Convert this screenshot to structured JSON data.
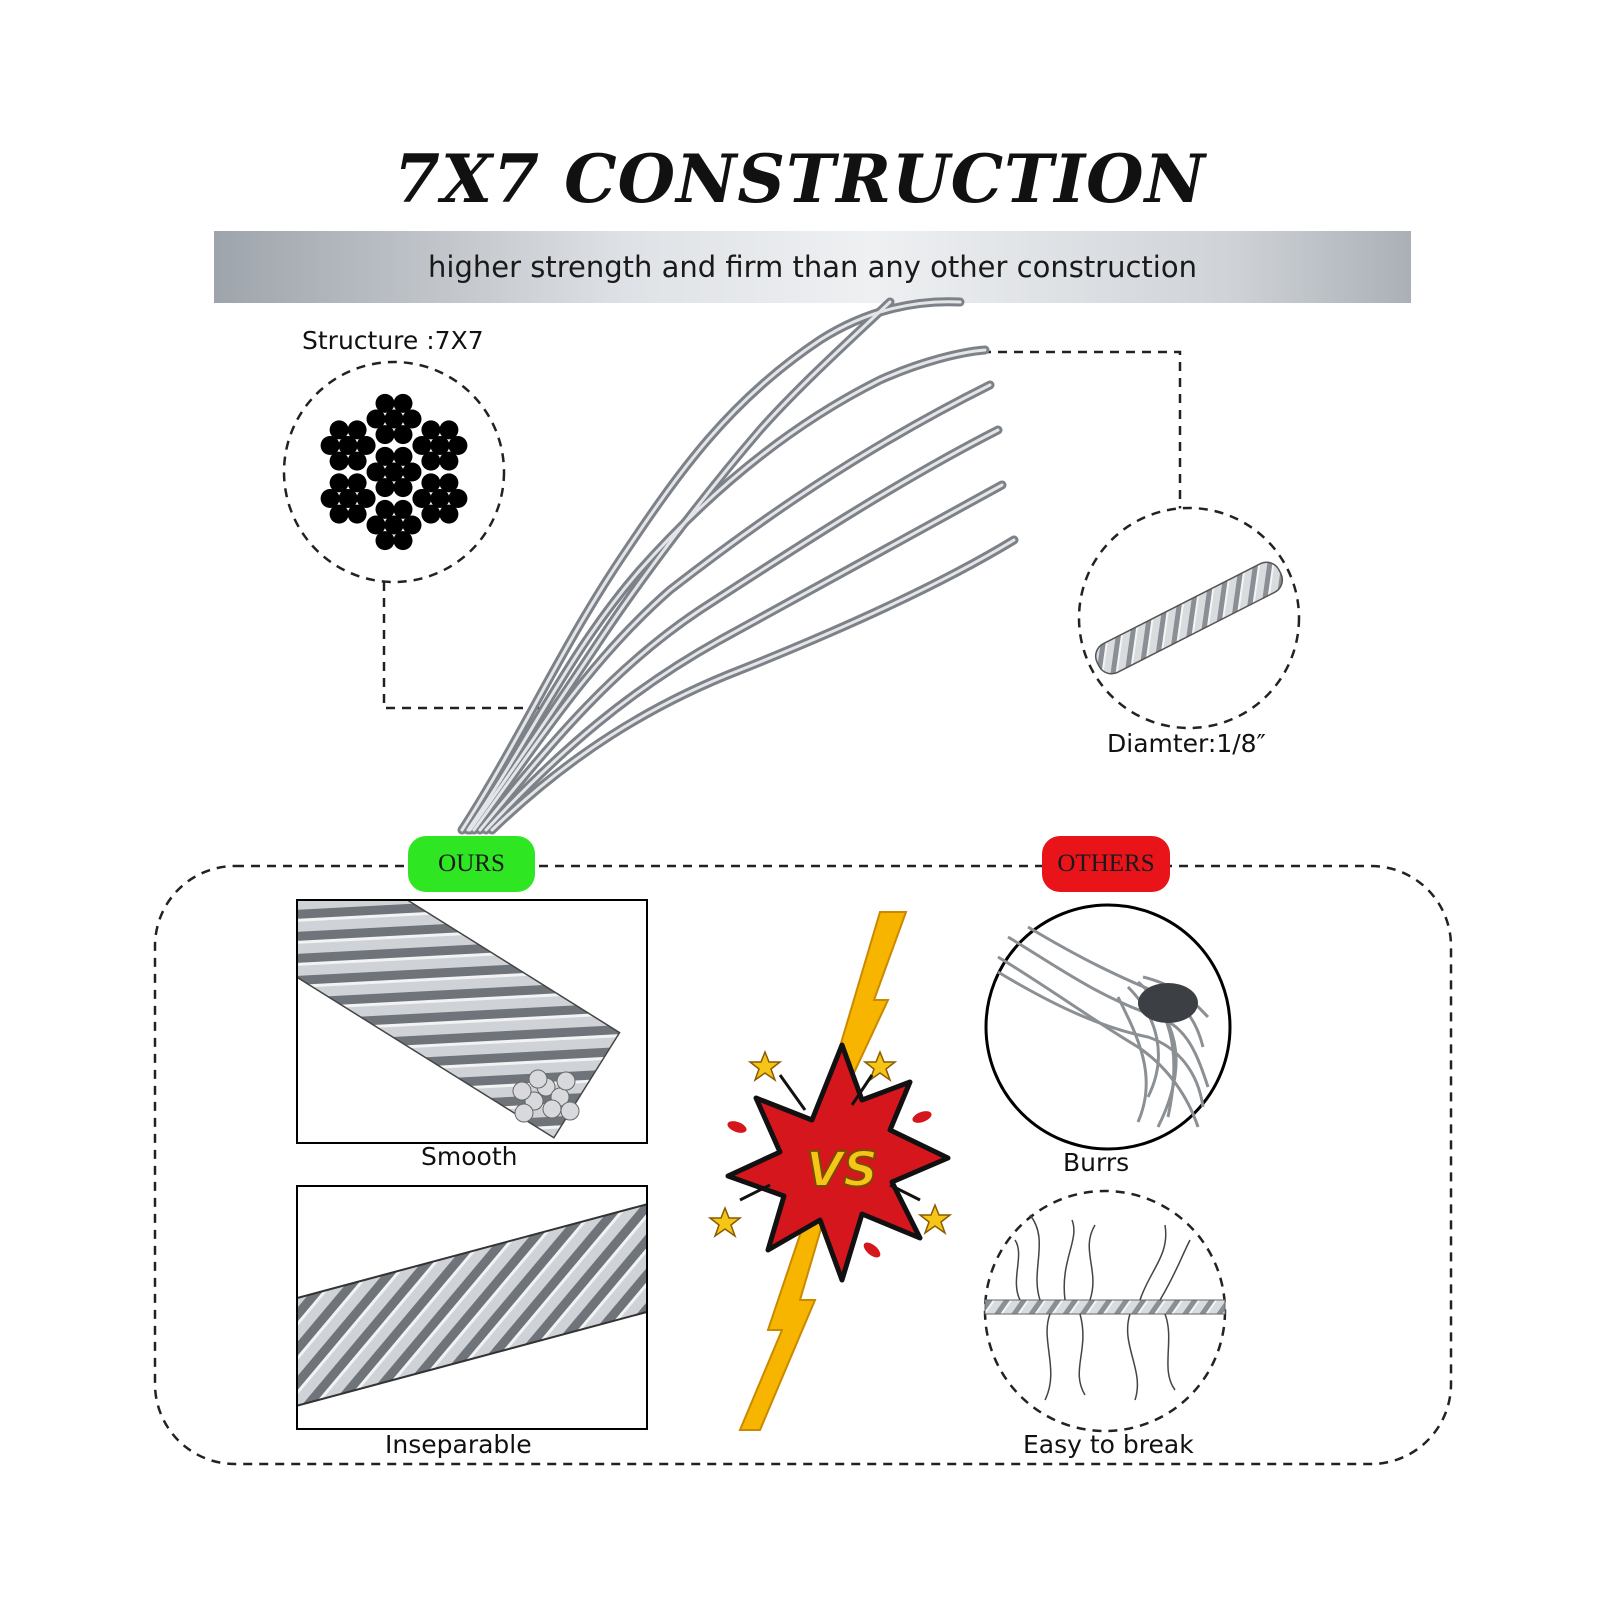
{
  "title": "7X7 CONSTRUCTION",
  "subtitle": "higher strength and firm than any other construction",
  "structure_label": "Structure :7X7",
  "diameter_label": "Diamter:1/8″",
  "comparison": {
    "ours_label": "OURS",
    "others_label": "OTHERS",
    "vs_label": "VS",
    "ours_items": [
      "Smooth",
      "Inseparable"
    ],
    "others_items": [
      "Burrs",
      "Easy to break"
    ]
  },
  "colors": {
    "ours_badge": "#2ee622",
    "others_badge": "#e8141a",
    "vs_burst": "#d5171d",
    "vs_text": "#f5c518",
    "lightning": "#f7b500"
  }
}
